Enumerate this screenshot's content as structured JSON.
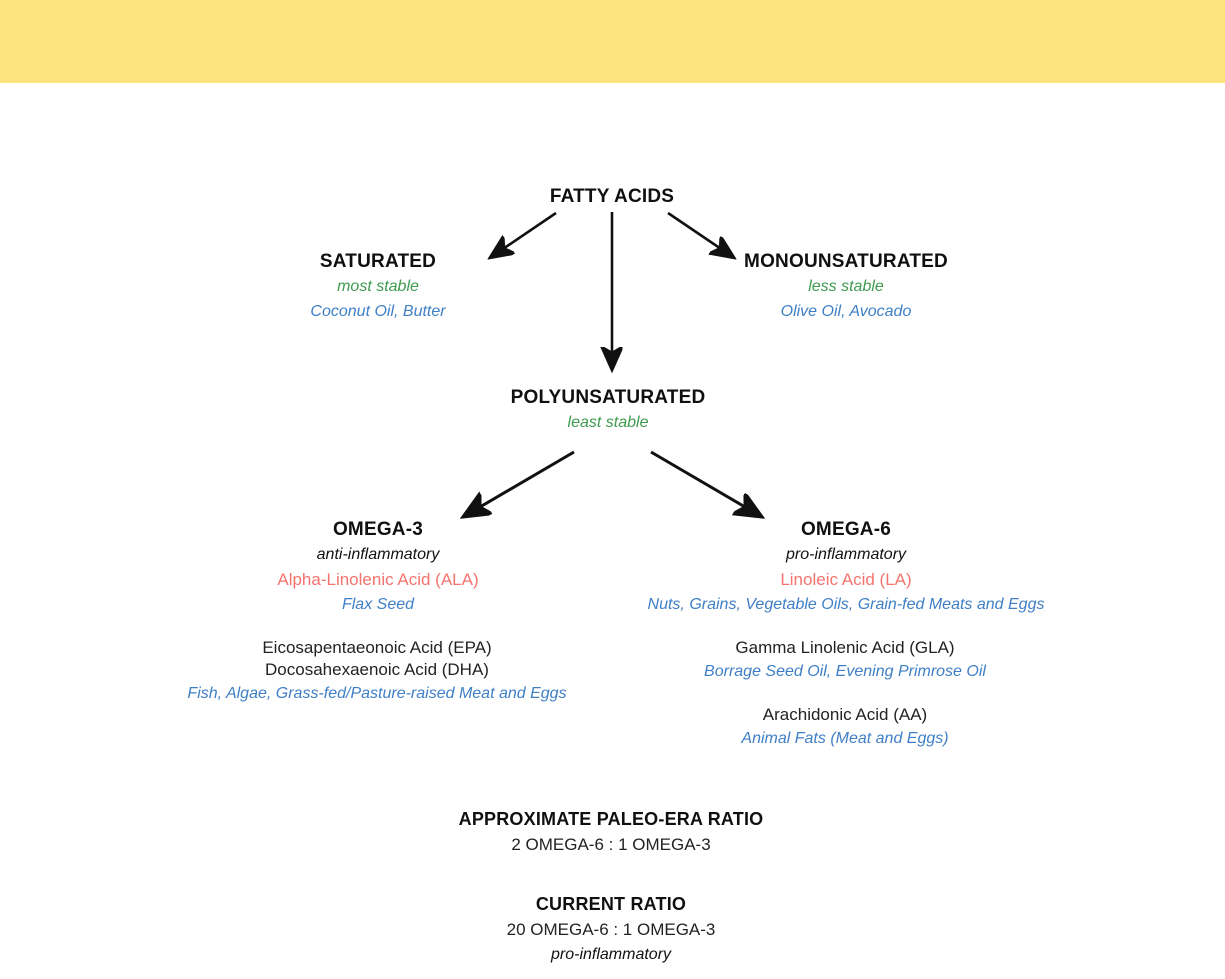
{
  "banner": {
    "color": "#fde47f",
    "label": ""
  },
  "colors": {
    "stable_green": "#3e9b50",
    "source_blue": "#3f7fc6",
    "acid_red": "#f4736e",
    "text_black": "#111111",
    "banner_yellow": "#fde47f"
  },
  "diagram": {
    "type": "hierarchy-flowchart",
    "root": {
      "title": "FATTY ACIDS"
    },
    "level2": [
      {
        "title": "SATURATED",
        "stability": "most stable",
        "sources": "Coconut Oil, Butter"
      },
      {
        "title": "POLYUNSATURATED",
        "stability": "least stable"
      },
      {
        "title": "MONOUNSATURATED",
        "stability": "less stable",
        "sources": "Olive Oil, Avocado"
      }
    ],
    "level3": [
      {
        "title": "OMEGA-3",
        "inflammation": "anti-inflammatory",
        "primary_acid": "Alpha-Linolenic Acid (ALA)",
        "primary_sources": "Flax Seed",
        "secondary_acid_1": "Eicosapentaeonoic Acid (EPA)",
        "secondary_acid_2": "Docosahexaenoic Acid (DHA)",
        "secondary_sources": "Fish, Algae, Grass-fed/Pasture-raised Meat and Eggs"
      },
      {
        "title": "OMEGA-6",
        "inflammation": "pro-inflammatory",
        "primary_acid": "Linoleic Acid (LA)",
        "primary_sources": "Nuts, Grains, Vegetable Oils, Grain-fed Meats and Eggs",
        "secondary_acid_1": "Gamma Linolenic Acid (GLA)",
        "secondary_sources_1": "Borrage Seed Oil, Evening Primrose Oil",
        "secondary_acid_2": "Arachidonic Acid (AA)",
        "secondary_sources_2": "Animal Fats (Meat and Eggs)"
      }
    ]
  },
  "ratios": [
    {
      "title": "APPROXIMATE PALEO-ERA RATIO",
      "value": "2 OMEGA-6 : 1 OMEGA-3",
      "note": ""
    },
    {
      "title": "CURRENT RATIO",
      "value": "20 OMEGA-6 : 1 OMEGA-3",
      "note": "pro-inflammatory"
    }
  ]
}
